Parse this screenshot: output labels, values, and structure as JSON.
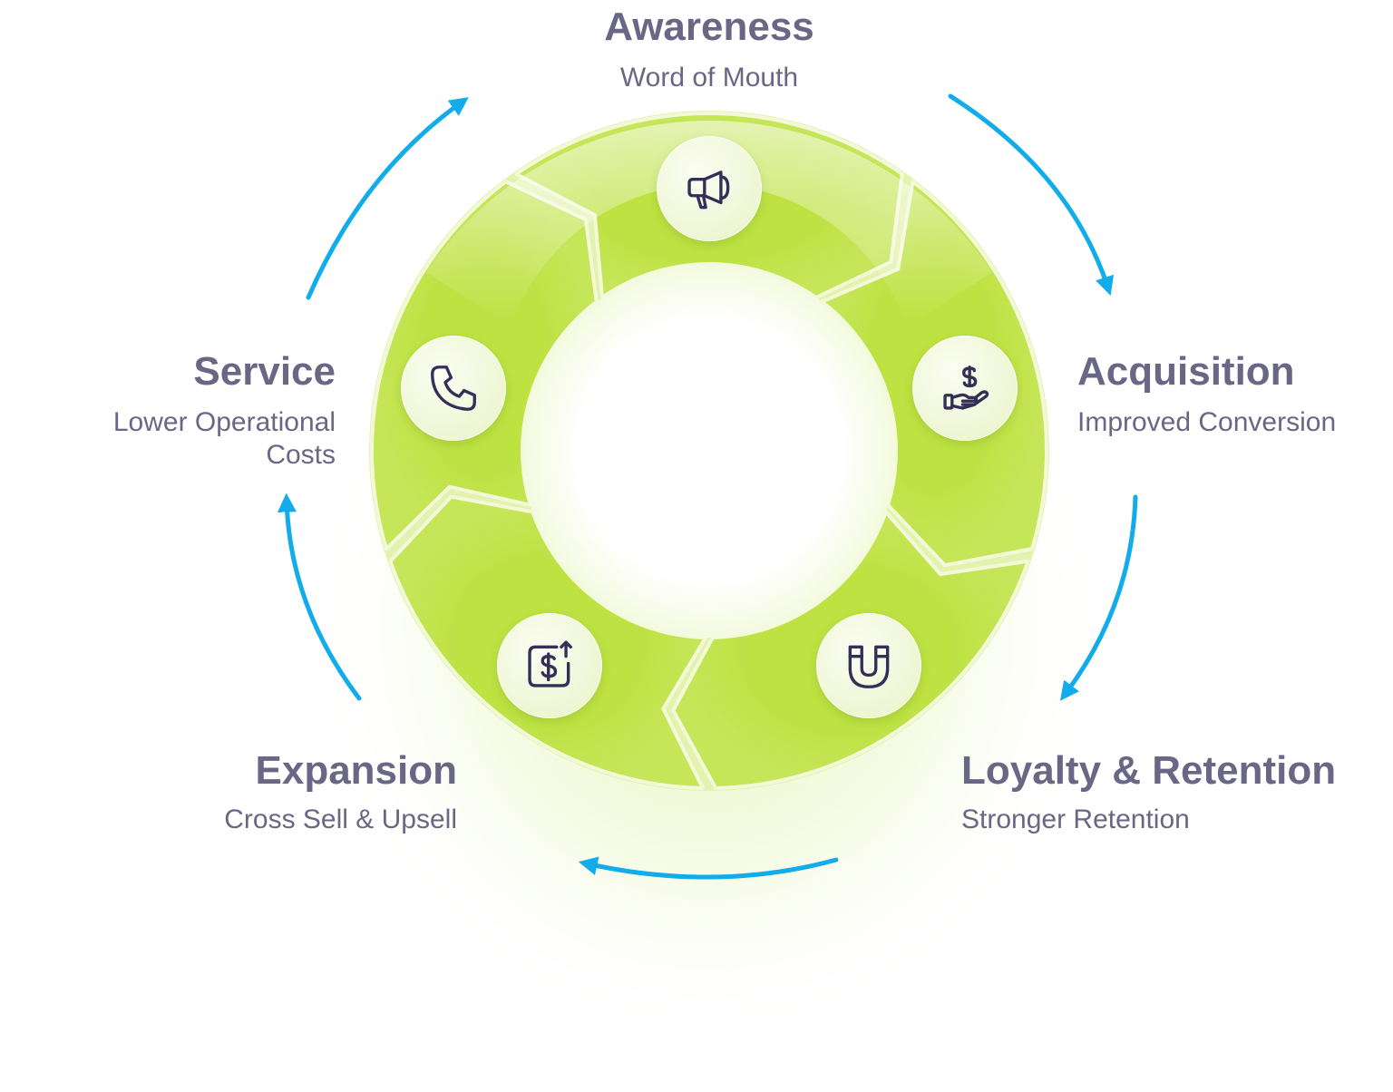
{
  "colors": {
    "ring": "#bde242",
    "ring_light": "#d9ef94",
    "text": "#6a6685",
    "arrow": "#12acea",
    "icon_stroke": "#332f57"
  },
  "stages": {
    "awareness": {
      "title": "Awareness",
      "subtitle": "Word of Mouth",
      "icon": "megaphone-icon"
    },
    "acquisition": {
      "title": "Acquisition",
      "subtitle": "Improved Conversion",
      "icon": "hand-dollar-icon"
    },
    "loyalty": {
      "title": "Loyalty & Retention",
      "subtitle": "Stronger Retention",
      "icon": "magnet-icon"
    },
    "expansion": {
      "title": "Expansion",
      "subtitle": "Cross Sell & Upsell",
      "icon": "dollar-up-icon"
    },
    "service": {
      "title": "Service",
      "subtitle_line1": "Lower Operational",
      "subtitle_line2": "Costs",
      "icon": "phone-icon"
    }
  }
}
